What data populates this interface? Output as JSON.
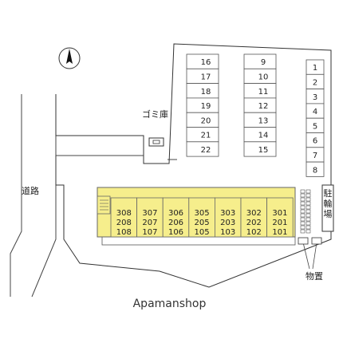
{
  "compass": {
    "icon": "north-arrow-icon"
  },
  "labels": {
    "road": "道路",
    "garbage": "ゴミ庫",
    "bicycle_parking": "駐輪場",
    "storage": "物置"
  },
  "parking": {
    "left_column": [
      "16",
      "17",
      "18",
      "19",
      "20",
      "21",
      "22"
    ],
    "middle_column": [
      "9",
      "10",
      "11",
      "12",
      "13",
      "14",
      "15"
    ],
    "right_column": [
      "1",
      "2",
      "3",
      "4",
      "5",
      "6",
      "7",
      "8"
    ]
  },
  "building": {
    "units": [
      {
        "floor3": "308",
        "floor2": "208",
        "floor1": "108"
      },
      {
        "floor3": "307",
        "floor2": "207",
        "floor1": "107"
      },
      {
        "floor3": "306",
        "floor2": "206",
        "floor1": "106"
      },
      {
        "floor3": "305",
        "floor2": "205",
        "floor1": "105"
      },
      {
        "floor3": "303",
        "floor2": "203",
        "floor1": "103"
      },
      {
        "floor3": "302",
        "floor2": "202",
        "floor1": "102"
      },
      {
        "floor3": "301",
        "floor2": "201",
        "floor1": "101"
      }
    ],
    "fill_color": "#f6ee8c"
  },
  "watermark": "Apamanshop"
}
